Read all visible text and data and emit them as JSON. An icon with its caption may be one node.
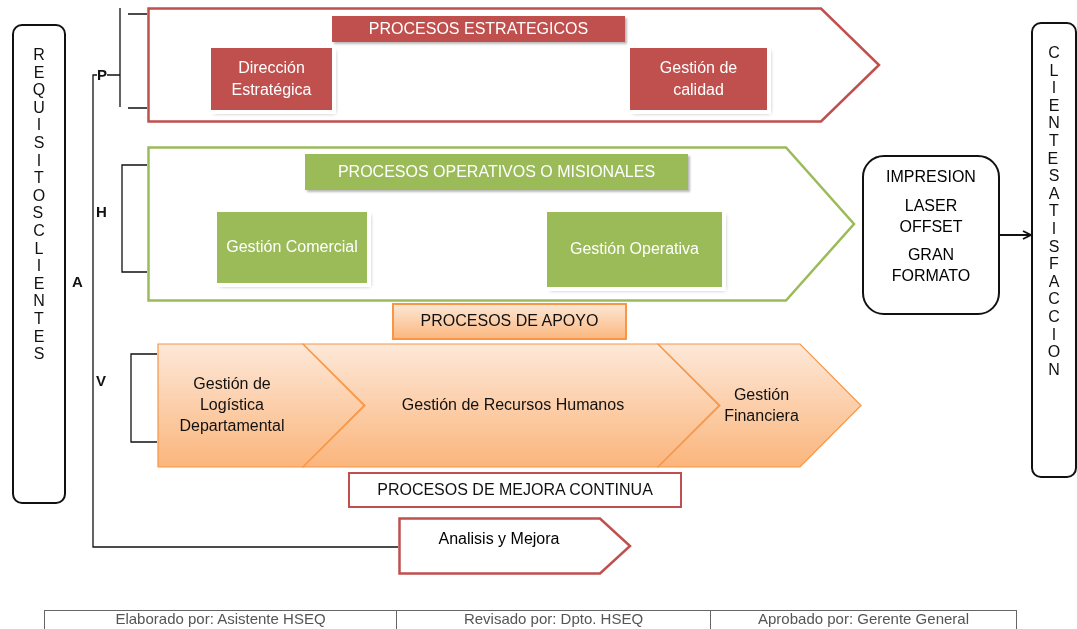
{
  "diagram": {
    "nodes": [
      {
        "text": [
          "REQUISITOS CLIENTES"
        ]
      },
      {
        "text": [
          "PROCESOS ESTRATEGICOS"
        ]
      },
      {
        "text": [
          "Dirección Estratégica"
        ],
        "in": 1
      },
      {
        "text": [
          "Gestión de calidad"
        ],
        "in": 1
      },
      {
        "text": [
          "PROCESOS OPERATIVOS O MISIONALES"
        ]
      },
      {
        "text": [
          "Gestión Comercial"
        ],
        "in": 4
      },
      {
        "text": [
          "Gestión Operativa"
        ],
        "in": 4
      },
      {
        "text": [
          "PROCESOS DE APOYO"
        ]
      },
      {
        "text": [
          "Gestión de Logística Departamental"
        ]
      },
      {
        "text": [
          "Gestión de Recursos Humanos"
        ]
      },
      {
        "text": [
          "Gestión Financiera"
        ]
      },
      {
        "text": [
          "PROCESOS DE MEJORA CONTINUA"
        ]
      },
      {
        "text": [
          "Analisis y Mejora"
        ]
      },
      {
        "text": [
          "IMPRESION",
          "LASER OFFSET",
          "GRAN FORMATO"
        ]
      },
      {
        "text": [
          "CLIENTE SATISFACCION"
        ]
      }
    ],
    "edges": [
      {
        "from": 13,
        "to": 14,
        "arrow": "to"
      }
    ],
    "labels": [
      "P",
      "H",
      "A",
      "V",
      "Elaborado por: Asistente HSEQ",
      "Revisado por: Dpto. HSEQ",
      "Aprobado por: Gerente General"
    ]
  }
}
